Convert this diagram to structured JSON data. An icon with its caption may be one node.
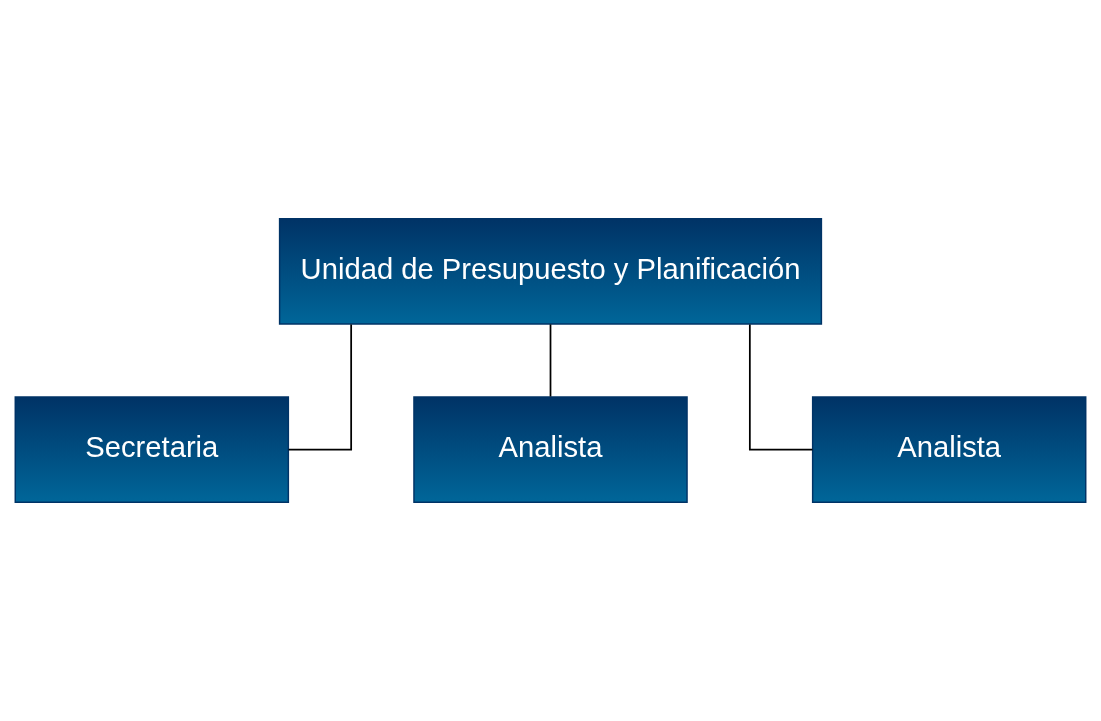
{
  "diagram": {
    "nodes": [
      {
        "text": [
          "Unidad de Presupuesto y Planificación"
        ]
      },
      {
        "text": [
          "Secretaria"
        ]
      },
      {
        "text": [
          "Analista"
        ]
      },
      {
        "text": [
          "Analista"
        ]
      }
    ],
    "edges": [
      {
        "from": 0,
        "to": 1,
        "arrow": "none"
      },
      {
        "from": 0,
        "to": 2,
        "arrow": "none"
      },
      {
        "from": 0,
        "to": 3,
        "arrow": "none"
      }
    ]
  }
}
